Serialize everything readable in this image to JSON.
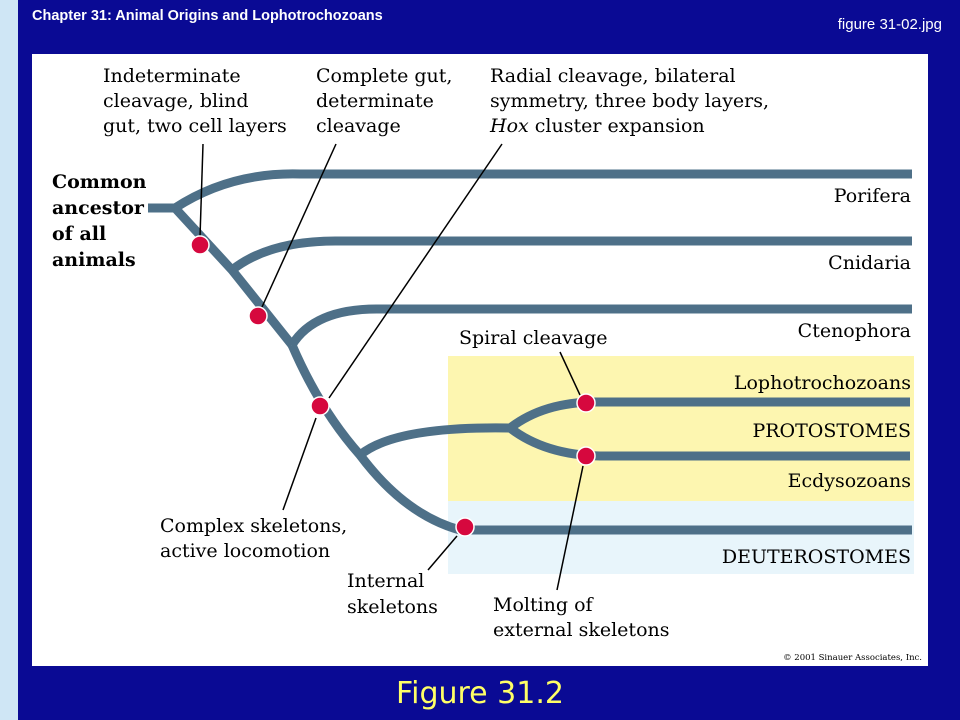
{
  "header": {
    "chapter_title": "Chapter 31: Animal Origins and Lophotrochozoans",
    "file_name": "figure 31-02.jpg"
  },
  "diagram": {
    "root_label": [
      "Common",
      "ancestor",
      "of all",
      "animals"
    ],
    "taxa": {
      "porifera": "Porifera",
      "cnidaria": "Cnidaria",
      "ctenophora": "Ctenophora",
      "lophotrochozoans": "Lophotrochozoans",
      "protostomes": "PROTOSTOMES",
      "ecdysozoans": "Ecdysozoans",
      "deuterostomes": "DEUTEROSTOMES"
    },
    "traits": {
      "indeterminate": [
        "Indeterminate",
        "cleavage, blind",
        "gut, two cell layers"
      ],
      "complete_gut": [
        "Complete gut,",
        "determinate",
        "cleavage"
      ],
      "radial_pre": "Radial cleavage, bilateral",
      "radial_l2": "symmetry, three body layers,",
      "radial_hox": "Hox",
      "radial_rest": " cluster expansion",
      "spiral": "Spiral cleavage",
      "complex_skeletons": [
        "Complex skeletons,",
        "active locomotion"
      ],
      "internal_skeletons": [
        "Internal",
        "skeletons"
      ],
      "molting": [
        "Molting of",
        "external skeletons"
      ]
    },
    "copyright": "© 2001 Sinauer Associates, Inc.",
    "colors": {
      "branch": "#4e7088",
      "node": "#d6083e",
      "protostome_bg": "#fdf6b0",
      "deuterostome_bg": "#e8f5fb"
    }
  },
  "caption": "Figure 31.2"
}
